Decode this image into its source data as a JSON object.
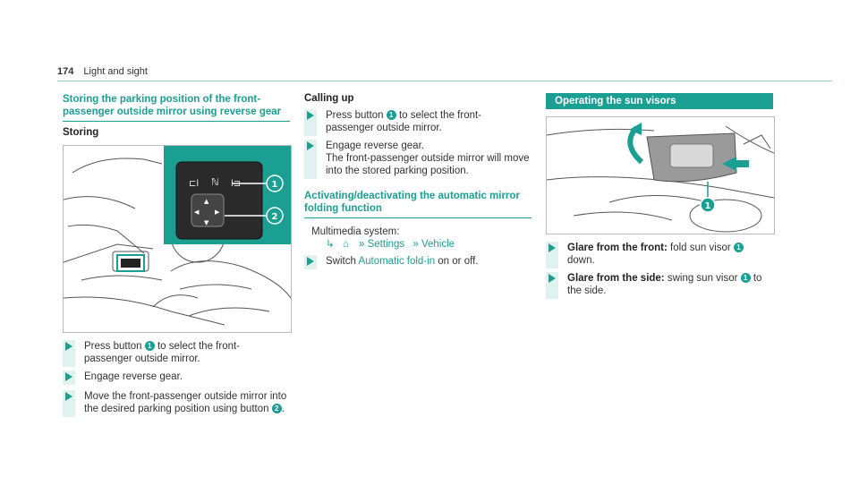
{
  "header": {
    "page_number": "174",
    "section": "Light and sight"
  },
  "left": {
    "title_line1": "Storing the parking position of the front-",
    "title_line2": "passenger outside mirror using reverse gear",
    "storing_heading": "Storing",
    "figure_callouts": [
      "1",
      "2"
    ],
    "steps": [
      {
        "pre": "Press button ",
        "num": "1",
        "post": " to select the front-",
        "line2": "passenger outside mirror."
      },
      {
        "pre": "Engage reverse gear."
      },
      {
        "pre": "Move the front-passenger outside mirror into",
        "line2pre": "the desired parking position using button ",
        "num": "2",
        "line2post": "."
      }
    ]
  },
  "middle": {
    "calling_heading": "Calling up",
    "calling_steps": [
      {
        "pre": "Press button ",
        "num": "1",
        "post": " to select the front-",
        "line2": "passenger outside mirror."
      },
      {
        "pre": "Engage reverse gear.",
        "line2": "The front-passenger outside mirror will move",
        "line3": "into the stored parking position."
      }
    ],
    "activating_title_line1": "Activating/deactivating the automatic mirror",
    "activating_title_line2": "folding function",
    "multimedia_label": "Multimedia system:",
    "nav": {
      "home_icon": "home-icon",
      "settings": "Settings",
      "vehicle": "Vehicle"
    },
    "switch_step": {
      "pre": "Switch ",
      "link": "Automatic fold-in",
      "post": " on or off."
    }
  },
  "right": {
    "box_title": "Operating the sun visors",
    "figure_callouts": [
      "1"
    ],
    "steps": [
      {
        "bold": "Glare from the front:",
        "text": " fold sun visor ",
        "num": "1",
        "line2": "down."
      },
      {
        "bold": "Glare from the side:",
        "text": " swing sun visor ",
        "num": "1",
        "post": " to",
        "line2": "the side."
      }
    ]
  },
  "colors": {
    "accent": "#1b9f93",
    "step_bar": "#dff2ef"
  }
}
